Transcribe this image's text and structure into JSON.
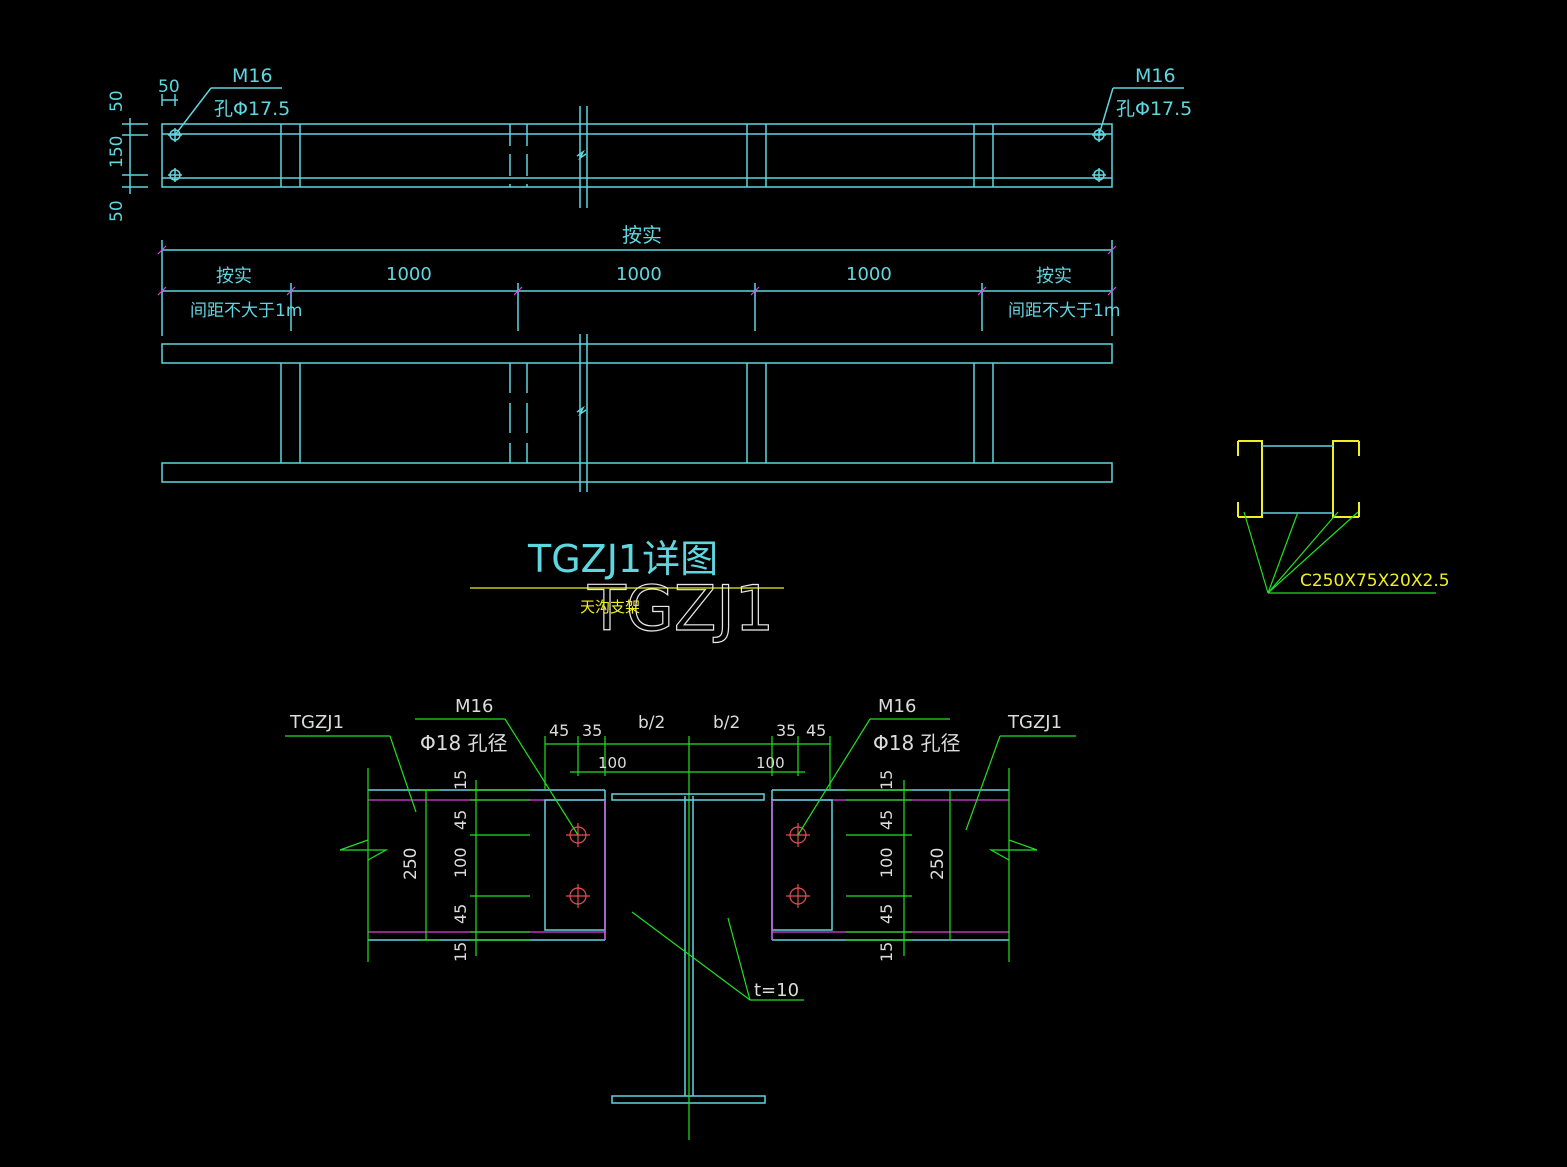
{
  "colors": {
    "background": "#000000",
    "outline": "#5fd6e0",
    "dimension": "#22e022",
    "tick": "#e040e0",
    "label_yellow": "#f0f020",
    "bolt": "#e05050"
  },
  "top_plan": {
    "bolt_left": "M16",
    "hole_left": "孔Φ17.5",
    "bolt_right": "M16",
    "hole_right": "孔Φ17.5",
    "edge_dim": "50",
    "vdim_top": "50",
    "vdim_mid": "150",
    "vdim_bottom": "50"
  },
  "span_dims": {
    "overall": "按实",
    "end_left": "按实",
    "end_left_note": "间距不大于1m",
    "mid_1": "1000",
    "mid_2": "1000",
    "mid_3": "1000",
    "end_right": "按实",
    "end_right_note": "间距不大于1m"
  },
  "title": {
    "main": "TGZJ1详图",
    "big": "TGZJ1",
    "sub": "天沟支架"
  },
  "section": {
    "label": "C250X75X20X2.5"
  },
  "connection": {
    "left_member": "TGZJ1",
    "right_member": "TGZJ1",
    "left_bolt": "M16",
    "left_hole": "Φ18 孔径",
    "right_bolt": "M16",
    "right_hole": "Φ18 孔径",
    "dim_45_l": "45",
    "dim_35_l": "35",
    "dim_b2_l": "b/2",
    "dim_b2_r": "b/2",
    "dim_35_r": "35",
    "dim_45_r": "45",
    "dim_100_l": "100",
    "dim_100_r": "100",
    "height_l": "250",
    "height_r": "250",
    "v15a_l": "15",
    "v45a_l": "45",
    "v100_l": "100",
    "v45b_l": "45",
    "v15b_l": "15",
    "v15a_r": "15",
    "v45a_r": "45",
    "v100_r": "100",
    "v45b_r": "45",
    "v15b_r": "15",
    "plate_thk": "t=10"
  }
}
